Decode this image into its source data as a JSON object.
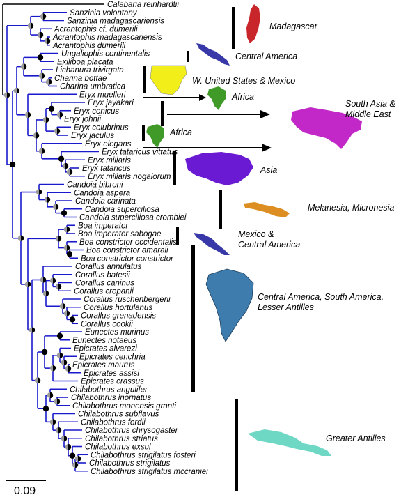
{
  "taxa": [
    "Calabaria reinhardtii",
    "Sanzinia volontany",
    "Sanzinia madagascariensis",
    "Acrantophis cf. dumerili",
    "Acrantophis madagascariensis",
    "Acrantophis dumerili",
    "Ungaliophis continentalis",
    "Exiliboa placata",
    "Lichanura trivirgata",
    "Charina bottae",
    "Charina umbratica",
    "Eryx muelleri",
    "Eryx jayakari",
    "Eryx conicus",
    "Eryx johnii",
    "Eryx colubrinus",
    "Eryx jaculus",
    "Eryx elegans",
    "Eryx tataricus vittatus",
    "Eryx miliaris",
    "Eryx tataricus",
    "Eryx miliaris nogaiorum",
    "Candoia bibroni",
    "Candoia aspera",
    "Candoia carinata",
    "Candoia superciliosa",
    "Candoia superciliosa crombiei",
    "Boa imperator",
    "Boa imperator sabogae",
    "Boa constrictor occidentalis",
    "Boa constrictor amarali",
    "Boa constrictor constrictor",
    "Corallus annulatus",
    "Corallus batesii",
    "Corallus caninus",
    "Corallus cropanii",
    "Corallus ruschenbergerii",
    "Corallus hortulanus",
    "Corallus grenadensis",
    "Corallus cookii",
    "Eunectes murinus",
    "Eunectes notaeus",
    "Epicrates alvarezi",
    "Epicrates cenchria",
    "Epicrates maurus",
    "Epicrates assisi",
    "Epicrates crassus",
    "Chilabothrus angulifer",
    "Chilabothrus inornatus",
    "Chilabothrus monensis granti",
    "Chilabothrus subflavus",
    "Chilabothrus fordii",
    "Chilabothrus chrysogaster",
    "Chilabothrus striatus",
    "Chilabothrus exsul",
    "Chilabothrus strigilatus fosteri",
    "Chilabothrus strigilatus",
    "Chilabothrus strigilatus mccraniei"
  ],
  "regions": {
    "madagascar": "Madagascar",
    "central_america_1": "Central America",
    "w_us_mexico": "W. United States & Mexico",
    "africa_1": "Africa",
    "south_asia_line1": "South Asia &",
    "south_asia_line2": "Middle East",
    "africa_2": "Africa",
    "asia": "Asia",
    "melanesia": "Melanesia, Micronesia",
    "mexico_line1": "Mexico &",
    "mexico_line2": "Central America",
    "sa_line1": "Central America, South America,",
    "sa_line2": "Lesser Antilles",
    "greater_antilles": "Greater Antilles"
  },
  "scale_bar": {
    "label": "0.09"
  },
  "colors": {
    "branch": "#1a1acc",
    "root_branch": "#000000",
    "node_gray": "#9a9a9a",
    "node_dark": "#000000",
    "madagascar": "#c8262a",
    "central_america": "#3838a8",
    "w_us_mexico": "#f2ee1a",
    "africa": "#3f9a28",
    "south_asia": "#c227c8",
    "asia": "#6a1ad2",
    "melanesia": "#dd8e22",
    "south_america": "#3e7cae",
    "greater_antilles": "#6ed8c4"
  }
}
